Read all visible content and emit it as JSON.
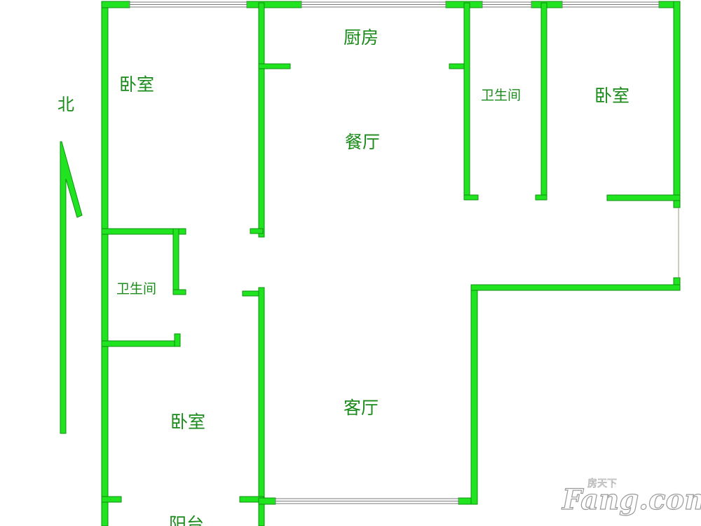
{
  "colors": {
    "wall_fill": "#21e421",
    "wall_stroke": "#109010",
    "label": "#1a8a1a",
    "watermark": "#ffffff",
    "watermark_stroke": "#9a9a9a"
  },
  "compass": {
    "label": "北"
  },
  "rooms": {
    "bedroom_nw": "卧室",
    "kitchen": "厨房",
    "dining": "餐厅",
    "bathroom_n": "卫生间",
    "bedroom_ne": "卧室",
    "bathroom_w": "卫生间",
    "bedroom_sw": "卧室",
    "living": "客厅",
    "balcony": "阳台"
  },
  "watermark": {
    "brand": "Fang.com",
    "chinese": "房天下"
  }
}
